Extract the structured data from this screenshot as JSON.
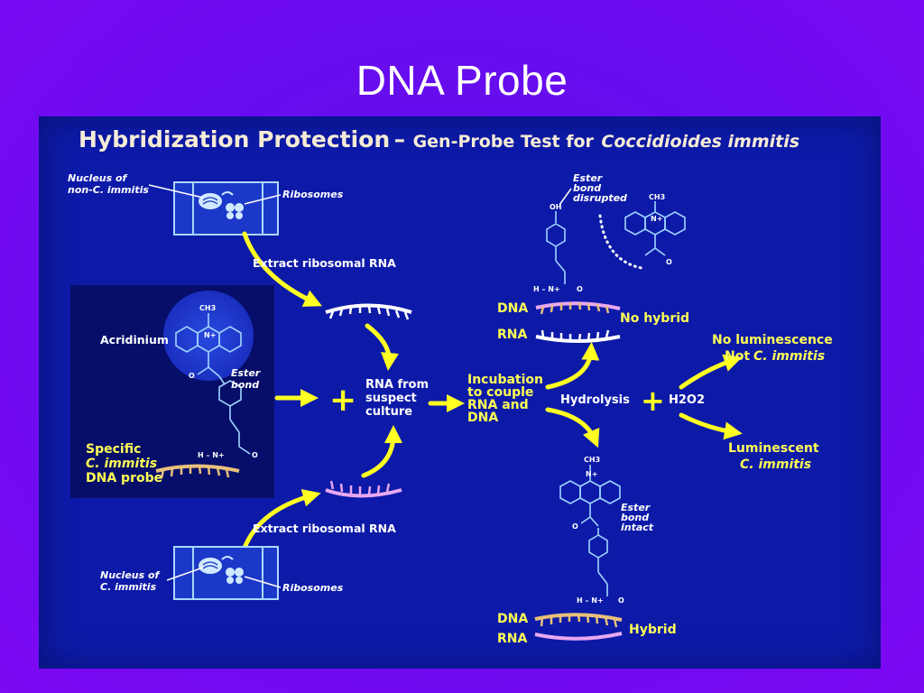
{
  "slide": {
    "title": "DNA Probe"
  },
  "figure": {
    "heading_part1": "Hybridization Protection",
    "heading_dash": "–",
    "heading_part2": "Gen-Probe Test for",
    "heading_part3": "Coccidioides immitis",
    "top_cell": {
      "nucleus_label_line1": "Nucleus of",
      "nucleus_label_line2": "non-C. immitis",
      "ribosomes_label": "Ribosomes"
    },
    "bottom_cell": {
      "nucleus_label_line1": "Nucleus of",
      "nucleus_label_line2": "C. immitis",
      "ribosomes_label": "Ribosomes"
    },
    "extract_top": "Extract ribosomal RNA",
    "extract_bottom": "Extract ribosomal RNA",
    "probe_box": {
      "acridinium_label": "Acridinium",
      "ester_label_line1": "Ester",
      "ester_label_line2": "bond",
      "specific_line1": "Specific",
      "specific_line2": "C. immitis",
      "specific_line3": "DNA probe"
    },
    "rna_from_line1": "RNA from",
    "rna_from_line2": "suspect",
    "rna_from_line3": "culture",
    "incubation_line1": "Incubation",
    "incubation_line2": "to couple",
    "incubation_line3": "RNA and",
    "incubation_line4": "DNA",
    "hydrolysis": "Hydrolysis",
    "h2o2": "H2O2",
    "ester_disrupted_line1": "Ester",
    "ester_disrupted_line2": "bond",
    "ester_disrupted_line3": "disrupted",
    "ester_intact_line1": "Ester",
    "ester_intact_line2": "bond",
    "ester_intact_line3": "intact",
    "dna_label_top": "DNA",
    "rna_label_top": "RNA",
    "no_hybrid": "No hybrid",
    "dna_label_bottom": "DNA",
    "rna_label_bottom": "RNA",
    "hybrid": "Hybrid",
    "no_luminescence_line1": "No luminescence",
    "no_luminescence_line2": "Not",
    "no_luminescence_line2_italic": "C. immitis",
    "luminescent_line1": "Luminescent",
    "luminescent_line2": "C. immitis",
    "chem_ch3": "CH3",
    "chem_n": "N+",
    "chem_oh": "OH",
    "chem_o": "O",
    "chem_hn": "H – N+",
    "plus": "+"
  },
  "colors": {
    "background": "#6a0cf0",
    "panel": "#0d1aa8",
    "arrow": "#ffff22",
    "label_yellow": "#ffff55",
    "dna_strand": "#e8c07a",
    "rna_strand": "#ffffff",
    "probe_rna_strand": "#e8a8f0"
  }
}
